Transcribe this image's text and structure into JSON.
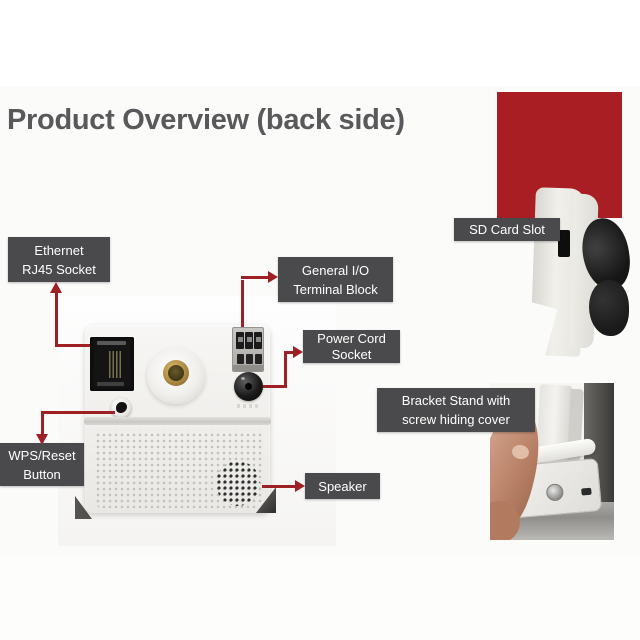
{
  "page": {
    "title": "Product Overview (back side)"
  },
  "colors": {
    "accent_red": "#A91E23",
    "label_bg": "#4A4A4C",
    "label_text": "#FFFFFF",
    "arrow_red": "#9E1F24",
    "title_color": "#59595B"
  },
  "callouts": {
    "ethernet": {
      "line1": "Ethernet",
      "line2": "RJ45 Socket"
    },
    "general_io": {
      "line1": "General I/O",
      "line2": "Terminal Block"
    },
    "power": {
      "line1": "Power Cord",
      "line2": "Socket"
    },
    "wps": {
      "line1": "WPS/Reset",
      "line2": "Button"
    },
    "speaker": {
      "line1": "Speaker"
    },
    "sd": {
      "line1": "SD Card Slot"
    },
    "bracket": {
      "line1": "Bracket Stand with",
      "line2": "screw hiding cover"
    }
  }
}
